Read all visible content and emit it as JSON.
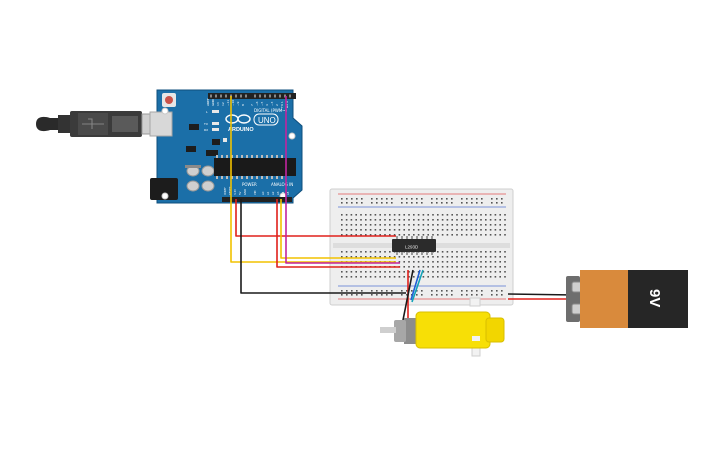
{
  "arduino": {
    "brand": "ARDUINO",
    "model": "UNO",
    "digital_header": "DIGITAL (PWM~)",
    "power_header": "POWER",
    "analog_header": "ANALOG IN",
    "aref": "AREF",
    "gnd": "GND",
    "led_l": "L",
    "led_tx": "TX",
    "led_rx": "RX",
    "pin_13": "13",
    "pin_12": "12",
    "pin_11": "~11",
    "pin_10": "~10",
    "pin_9": "~9",
    "pin_8": "8",
    "pin_7": "7",
    "pin_6": "~6",
    "pin_5": "~5",
    "pin_4": "4",
    "pin_3": "~3",
    "pin_2": "2",
    "pin_1": "TX 1",
    "pin_0": "RX 0",
    "a0": "A0",
    "a1": "A1",
    "a2": "A2",
    "a3": "A3",
    "a4": "A4",
    "a5": "A5",
    "vin": "VIN",
    "pw_gnd": "GND",
    "v5": "5V",
    "v33": "3.3V",
    "reset": "RESET",
    "ioref": "IOREF"
  },
  "chip": {
    "label": "L293D"
  },
  "battery": {
    "label": "9V"
  },
  "colors": {
    "board": "#1b6fa8",
    "wire_red": "#e0201b",
    "wire_yellow": "#f2c200",
    "wire_black": "#1a1a1a",
    "wire_magenta": "#c2249e",
    "wire_blue": "#1f5fd6",
    "wire_teal": "#11a3b8",
    "motor_yellow": "#f7df06",
    "battery_orange": "#d98a3c"
  }
}
